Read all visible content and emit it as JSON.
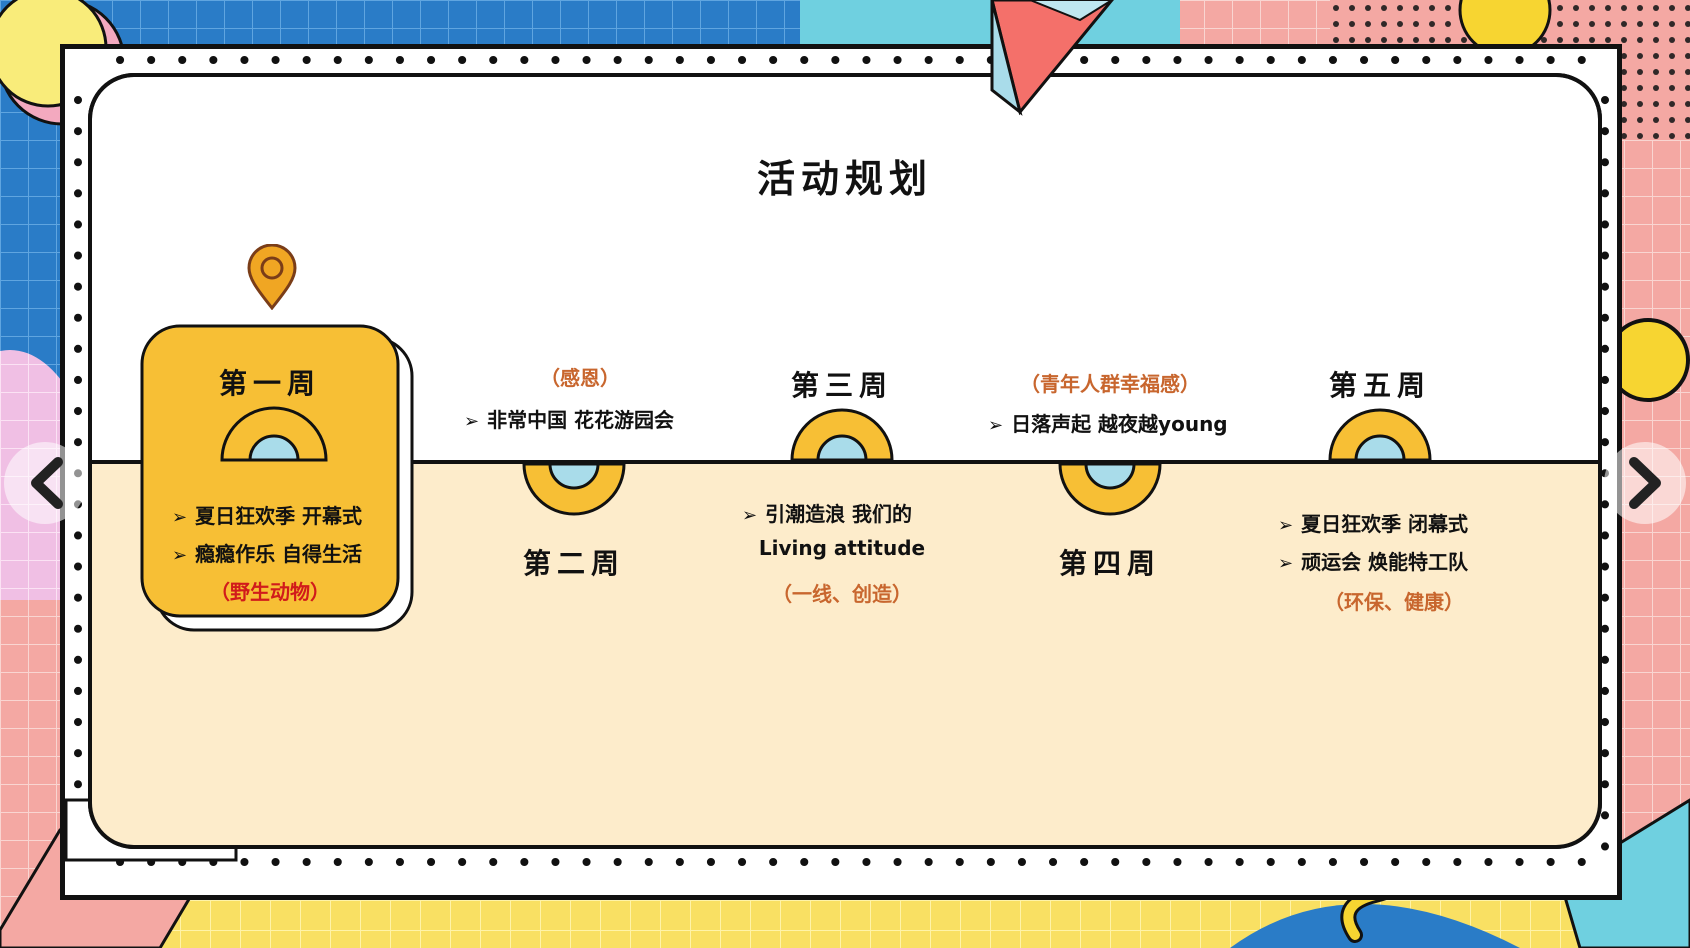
{
  "slide": {
    "title": "活动规划",
    "weeks": [
      {
        "label": "第一周",
        "items": [
          "夏日狂欢季 开幕式",
          "瘾瘾作乐 自得生活"
        ],
        "note": "（野生动物）"
      },
      {
        "label": "第二周",
        "items": [
          "非常中国 花花游园会"
        ],
        "note": "（感恩）"
      },
      {
        "label": "第三周",
        "items": [
          "引潮造浪 我们的",
          "Living attitude"
        ],
        "note": "（一线、创造）"
      },
      {
        "label": "第四周",
        "items": [
          "日落声起 越夜越young"
        ],
        "note": "（青年人群幸福感）"
      },
      {
        "label": "第五周",
        "items": [
          "夏日狂欢季 闭幕式",
          "顽运会 焕能特工队"
        ],
        "note": "（环保、健康）"
      }
    ]
  },
  "icons": {
    "location": "location-pin-icon",
    "prev": "chevron-left-icon",
    "next": "chevron-right-icon",
    "bullet": "arrow-right-bullet-icon"
  },
  "colors": {
    "accent_yellow": "#f7bf35",
    "light_blue": "#a9dcea",
    "cream": "#fdeccb",
    "note_orange": "#c8662e",
    "note_red": "#d11b1b",
    "pin_orange": "#f0a623"
  }
}
